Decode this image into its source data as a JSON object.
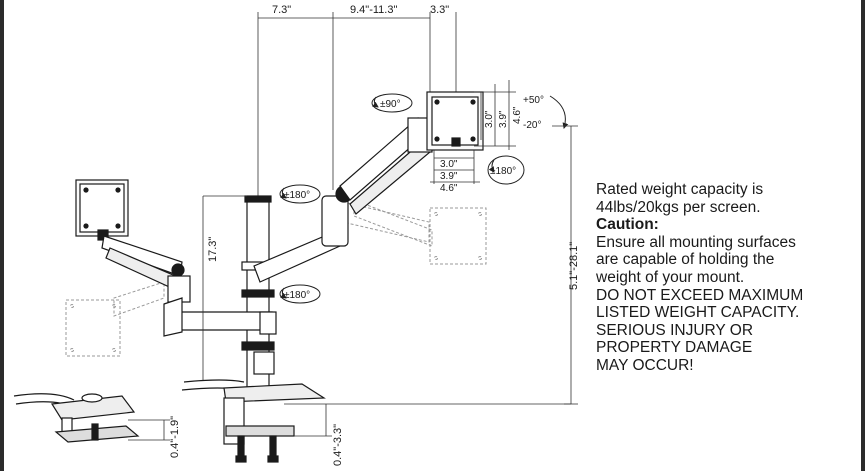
{
  "dimensions": {
    "top_left": "7.3\"",
    "top_mid": "9.4\"-11.3\"",
    "top_right": "3.3\"",
    "vesa_h_a": "3.0\"",
    "vesa_h_b": "3.9\"",
    "vesa_h_c": "4.6\"",
    "vesa_v_a": "3.0\"",
    "vesa_v_b": "3.9\"",
    "vesa_v_c": "4.6\"",
    "tilt_up": "+50°",
    "tilt_down": "-20°",
    "height_total": "5.1\"-28.1\"",
    "pole_height": "17.3\"",
    "clamp_small": "0.4\"-1.9\"",
    "clamp_large": "0.4\"-3.3\""
  },
  "rotations": {
    "top_monitor": "±90°",
    "right_monitor": "±180°",
    "arm_joint": "±180°",
    "base_joint": "±180°"
  },
  "caution": {
    "line1": "Rated weight capacity is",
    "line2": "44lbs/20kgs per screen.",
    "heading": "Caution:",
    "line3": "Ensure all mounting surfaces",
    "line4": "are capable of holding the",
    "line5": "weight of your mount.",
    "line6": "DO NOT EXCEED MAXIMUM",
    "line7": "LISTED WEIGHT CAPACITY.",
    "line8": "SERIOUS INJURY OR",
    "line9": "PROPERTY DAMAGE",
    "line10": "MAY OCCUR!"
  }
}
